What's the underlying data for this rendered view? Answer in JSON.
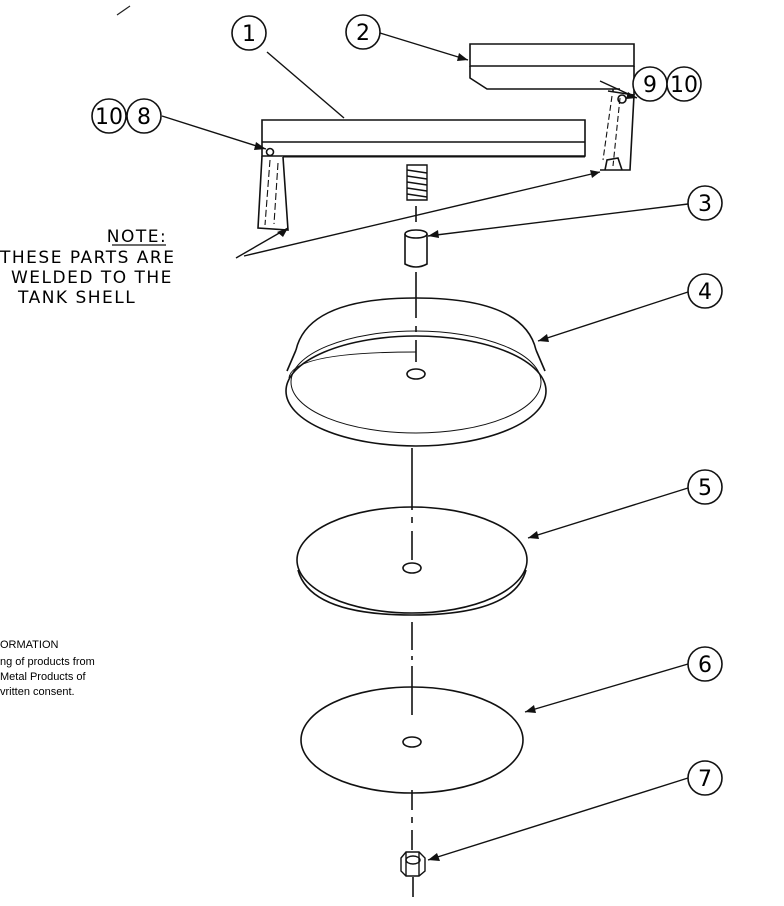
{
  "callouts": {
    "c1": "1",
    "c2": "2",
    "c3": "3",
    "c4": "4",
    "c5": "5",
    "c6": "6",
    "c7": "7",
    "c8": "8",
    "c9": "9",
    "c10a": "10",
    "c10b": "10"
  },
  "note": {
    "title": "NOTE:",
    "line1": "THESE PARTS ARE",
    "line2": "WELDED TO THE",
    "line3": "TANK SHELL"
  },
  "info": {
    "line1": "ORMATION",
    "line2": "ng of products from",
    "line3": "Metal  Products  of",
    "line4": "vritten consent."
  }
}
